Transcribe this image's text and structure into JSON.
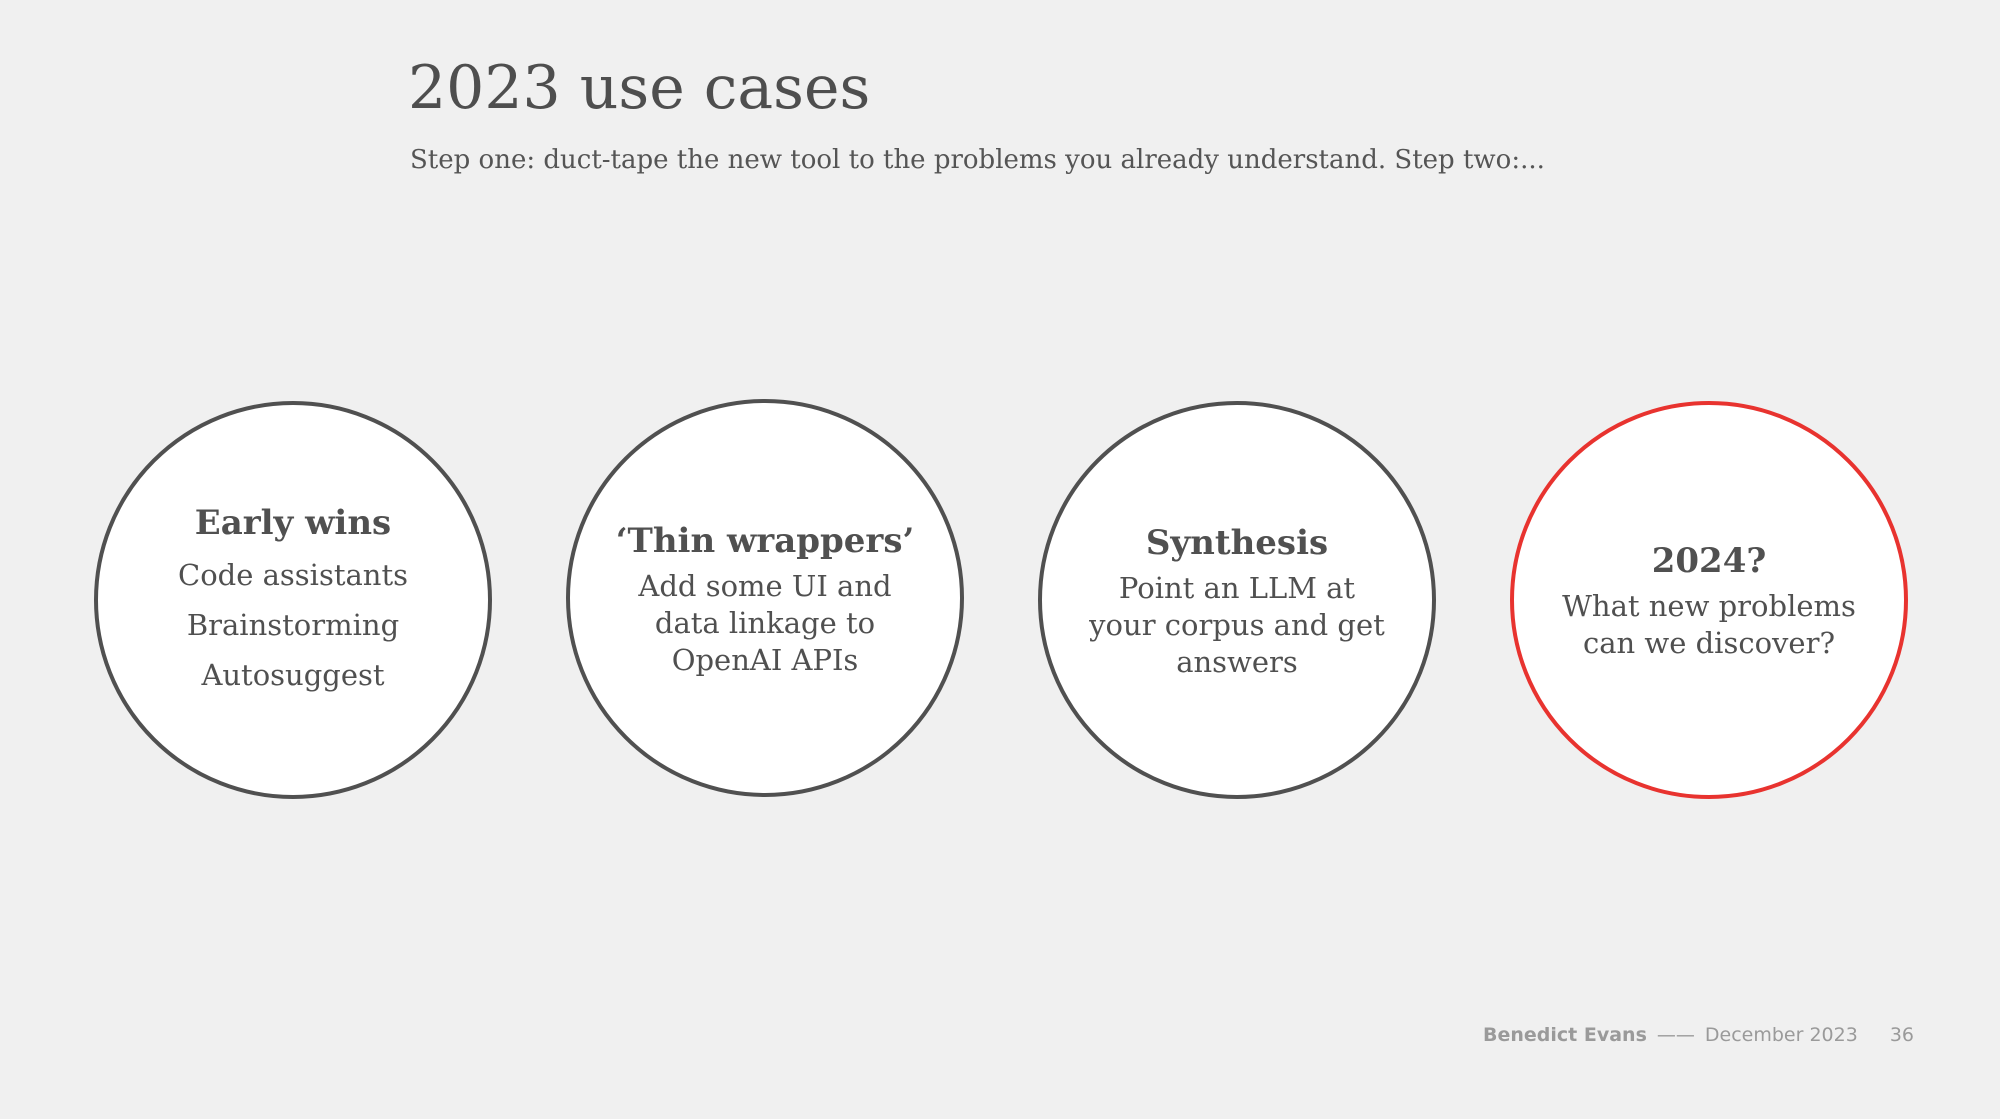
{
  "slide": {
    "title": "2023 use cases",
    "subtitle": "Step one: duct-tape the new tool to the problems you already understand. Step two:..."
  },
  "circles": [
    {
      "heading": "Early wins",
      "items": [
        "Code assistants",
        "Brainstorming",
        "Autosuggest"
      ],
      "border_color": "#505050"
    },
    {
      "heading": "‘Thin wrappers’",
      "body": "Add some UI and data linkage to OpenAI APIs",
      "border_color": "#505050"
    },
    {
      "heading": "Synthesis",
      "body": "Point an LLM at your corpus and get answers",
      "border_color": "#505050"
    },
    {
      "heading": "2024?",
      "body": "What new problems can we discover?",
      "border_color": "#e8332f"
    }
  ],
  "footer": {
    "author": "Benedict Evans",
    "separator": "——",
    "date": "December 2023",
    "page_number": "36"
  },
  "colors": {
    "background": "#f0f0f0",
    "text": "#505050",
    "accent": "#e8332f",
    "footer_text": "#9a9a9a"
  }
}
